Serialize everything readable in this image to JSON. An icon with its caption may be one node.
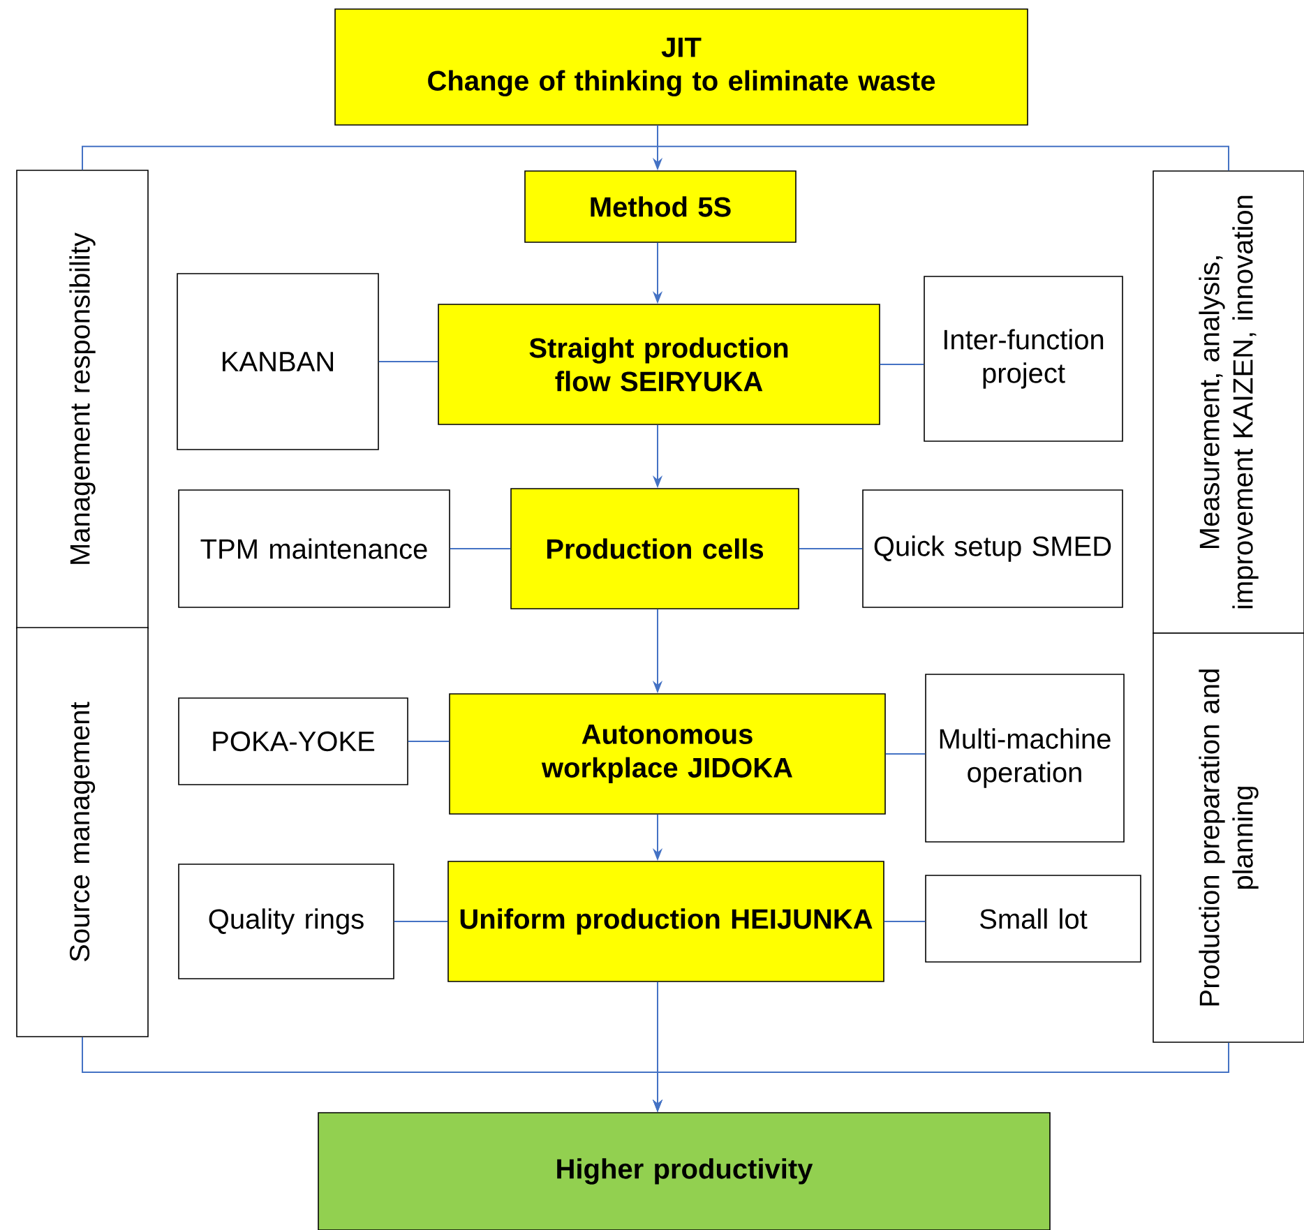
{
  "diagram": {
    "nodes": [
      {
        "text": [
          "JIT",
          "Change of thinking to eliminate waste"
        ]
      },
      {
        "text": [
          "Management responsibility"
        ]
      },
      {
        "text": [
          "Method 5S"
        ]
      },
      {
        "text": [
          "Measurement, analysis, improvement KAIZEN, innovation"
        ]
      },
      {
        "text": [
          "KANBAN"
        ]
      },
      {
        "text": [
          "Straight production flow SEIRYUKA"
        ]
      },
      {
        "text": [
          "Inter-function project"
        ]
      },
      {
        "text": [
          "TPM maintenance"
        ]
      },
      {
        "text": [
          "Production cells"
        ]
      },
      {
        "text": [
          "Quick setup SMED"
        ]
      },
      {
        "text": [
          "Source management"
        ]
      },
      {
        "text": [
          "POKA-YOKE"
        ]
      },
      {
        "text": [
          "Autonomous workplace JIDOKA"
        ]
      },
      {
        "text": [
          "Multi-machine operation"
        ]
      },
      {
        "text": [
          "Production preparation and planning"
        ]
      },
      {
        "text": [
          "Quality rings"
        ]
      },
      {
        "text": [
          "Uniform production HEIJUNKA"
        ]
      },
      {
        "text": [
          "Small lot"
        ]
      },
      {
        "text": [
          "Higher productivity"
        ]
      }
    ],
    "edges": [
      {
        "from": 0,
        "to": 2,
        "arrow": "to"
      },
      {
        "from": 0,
        "to": 1,
        "arrow": "none"
      },
      {
        "from": 0,
        "to": 3,
        "arrow": "none"
      },
      {
        "from": 2,
        "to": 5,
        "arrow": "to"
      },
      {
        "from": 5,
        "to": 8,
        "arrow": "to"
      },
      {
        "from": 8,
        "to": 12,
        "arrow": "to"
      },
      {
        "from": 12,
        "to": 16,
        "arrow": "to"
      },
      {
        "from": 16,
        "to": 18,
        "arrow": "to"
      },
      {
        "from": 4,
        "to": 5,
        "arrow": "none"
      },
      {
        "from": 5,
        "to": 6,
        "arrow": "none"
      },
      {
        "from": 7,
        "to": 8,
        "arrow": "none"
      },
      {
        "from": 8,
        "to": 9,
        "arrow": "none"
      },
      {
        "from": 11,
        "to": 12,
        "arrow": "none"
      },
      {
        "from": 12,
        "to": 13,
        "arrow": "none"
      },
      {
        "from": 15,
        "to": 16,
        "arrow": "none"
      },
      {
        "from": 16,
        "to": 17,
        "arrow": "none"
      },
      {
        "from": 10,
        "to": 18,
        "arrow": "to"
      },
      {
        "from": 14,
        "to": 18,
        "arrow": "to"
      }
    ]
  }
}
